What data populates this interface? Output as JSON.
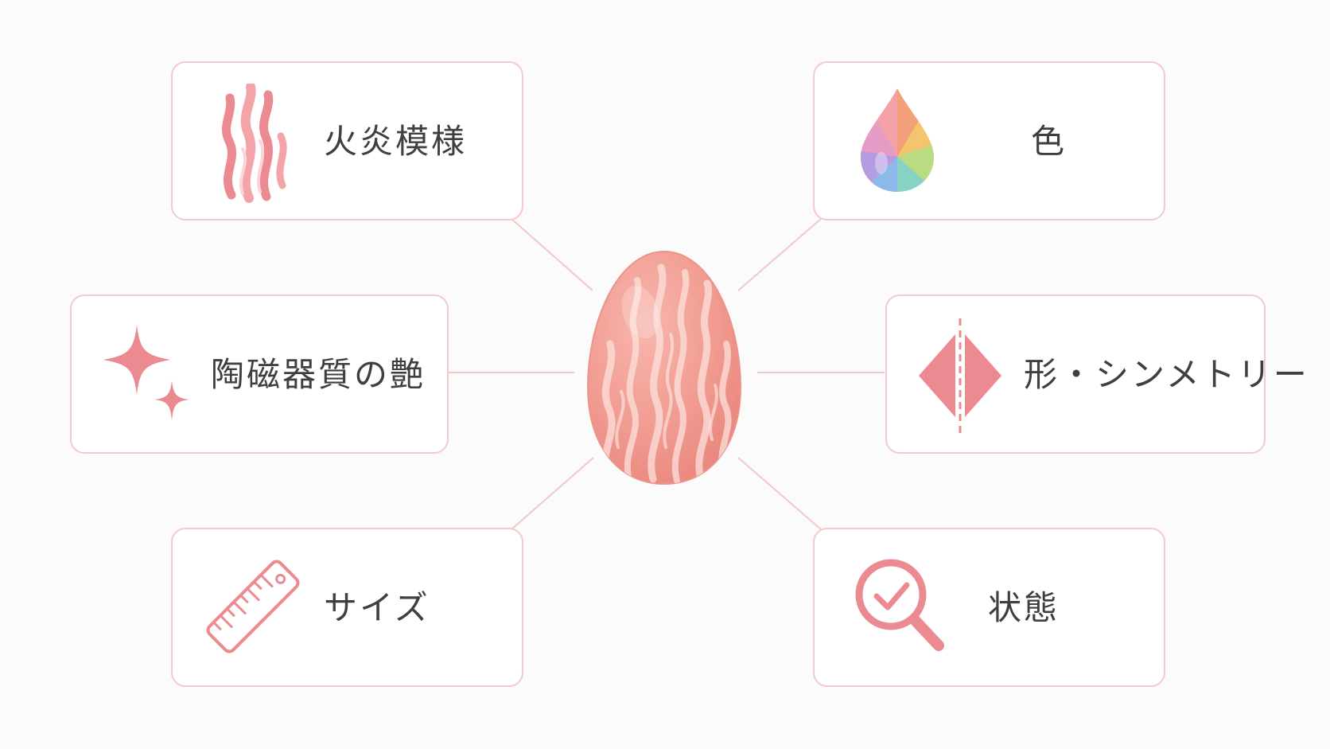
{
  "center": {
    "icon": "flame-patterned-egg-icon"
  },
  "cards": {
    "flame_pattern": {
      "label": "火炎模様",
      "icon": "flame-icon"
    },
    "color": {
      "label": "色",
      "icon": "color-drop-icon"
    },
    "luster": {
      "label": "陶磁器質の艶",
      "icon": "sparkle-icon"
    },
    "shape": {
      "label": "形・シンメトリー",
      "icon": "symmetry-icon"
    },
    "size": {
      "label": "サイズ",
      "icon": "ruler-icon"
    },
    "condition": {
      "label": "状態",
      "icon": "magnifier-check-icon"
    }
  },
  "colors": {
    "accent": "#ec8a92",
    "card_border": "#f3c9cb",
    "connector": "#f1c8c9",
    "egg": "#f09a90"
  }
}
